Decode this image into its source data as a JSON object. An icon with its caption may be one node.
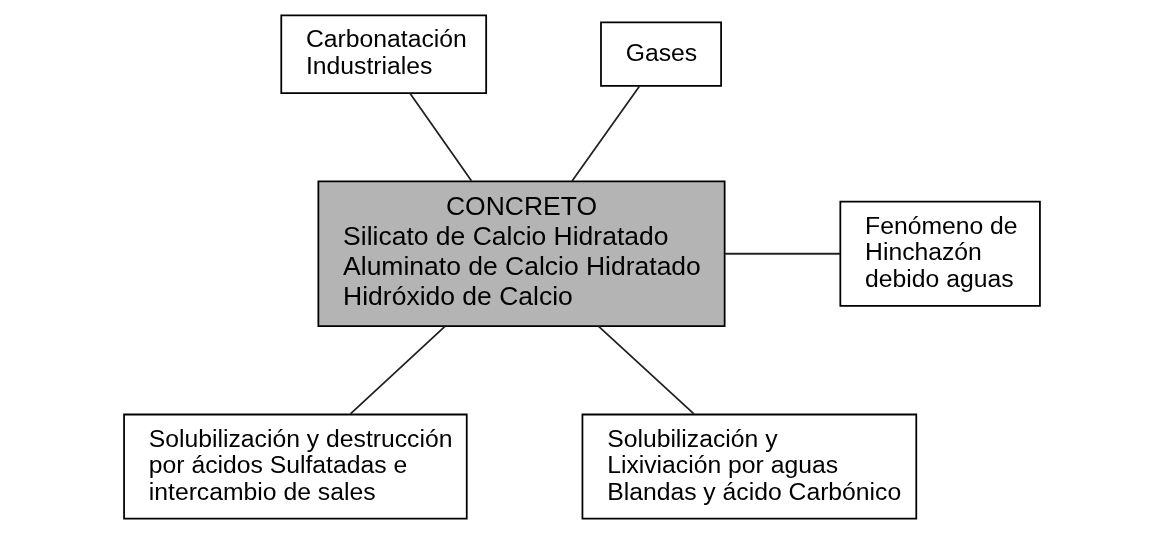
{
  "diagram": {
    "nodes": [
      {
        "text": [
          "Carbonatación Industriales"
        ]
      },
      {
        "text": [
          "Gases"
        ]
      },
      {
        "text": [
          "CONCRETO",
          "Silicato de Calcio Hidratado Aluminato de Calcio Hidratado Hidróxido de Calcio"
        ]
      },
      {
        "text": [
          "Fenómeno de Hinchazón debido aguas"
        ]
      },
      {
        "text": [
          "Solubilización y destrucción por ácidos Sulfatadas e intercambio de sales"
        ]
      },
      {
        "text": [
          "Solubilización y Lixiviación por aguas Blandas y ácido Carbónico"
        ]
      }
    ],
    "edges": [
      {
        "from": 0,
        "to": 2,
        "arrow": "none"
      },
      {
        "from": 1,
        "to": 2,
        "arrow": "none"
      },
      {
        "from": 2,
        "to": 3,
        "arrow": "none"
      },
      {
        "from": 2,
        "to": 4,
        "arrow": "none"
      },
      {
        "from": 2,
        "to": 5,
        "arrow": "none"
      }
    ]
  }
}
